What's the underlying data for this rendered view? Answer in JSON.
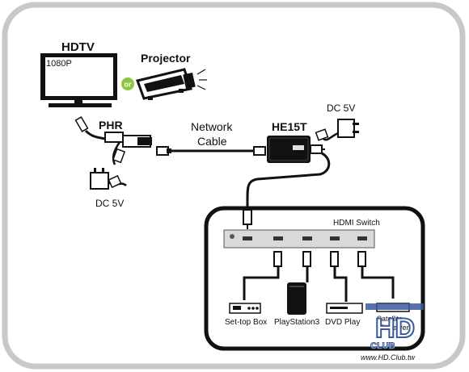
{
  "labels": {
    "hdtv": "HDTV",
    "resolution": "1080P",
    "or": "or",
    "projector": "Projector",
    "phr": "PHR",
    "network_cable_line1": "Network",
    "network_cable_line2": "Cable",
    "he15t": "HE15T",
    "dc5v_top": "DC 5V",
    "dc5v_left": "DC 5V",
    "hdmi_switch": "HDMI Switch",
    "set_top_box": "Set-top Box",
    "playstation3": "PlayStation3",
    "dvd_player": "DVD Play",
    "satellite_receiver_line1": "Satellite",
    "satellite_receiver_line2": "Receiver"
  },
  "watermark": {
    "logo_text": "HD",
    "logo_sub": "CLUB",
    "url": "www.HD.Club.tw"
  },
  "colors": {
    "frame_border": "#c8c8c8",
    "device_fill": "#111111",
    "panel_fill": "#d9d9d9",
    "or_badge": "#8dc63f",
    "cable": "#111111",
    "watermark_blue": "#3a5a9a"
  },
  "icons": {
    "tv": "tv-icon",
    "projector": "projector-icon",
    "power_adapter": "power-adapter-icon",
    "network_plug": "rj45-plug-icon",
    "hdmi_plug": "hdmi-plug-icon"
  }
}
